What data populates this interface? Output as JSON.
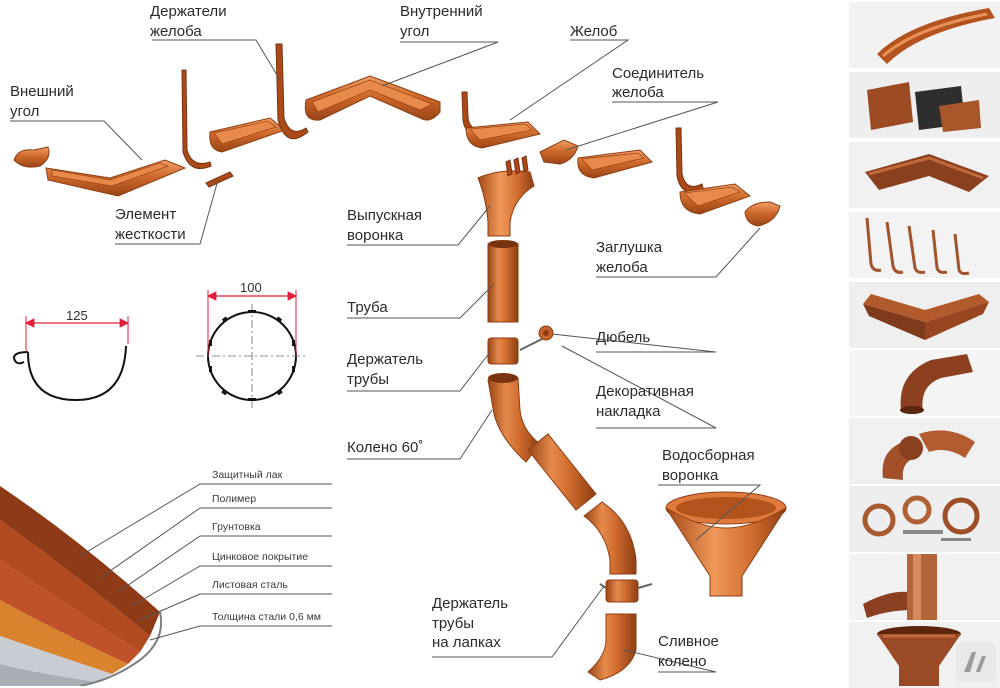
{
  "labels": {
    "outer_corner": [
      "Внешний",
      "угол"
    ],
    "gutter_holders": [
      "Держатели",
      "желоба"
    ],
    "inner_corner": [
      "Внутренний",
      "угол"
    ],
    "gutter": "Желоб",
    "gutter_connector": [
      "Соединитель",
      "желоба"
    ],
    "stiffener": [
      "Элемент",
      "жесткости"
    ],
    "outlet_funnel": [
      "Выпускная",
      "воронка"
    ],
    "end_cap": [
      "Заглушка",
      "желоба"
    ],
    "pipe": "Труба",
    "dowel": "Дюбель",
    "pipe_holder": [
      "Держатель",
      "трубы"
    ],
    "decor_cover": [
      "Декоративная",
      "накладка"
    ],
    "elbow": "Колено 60˚",
    "collector_funnel": [
      "Водосборная",
      "воронка"
    ],
    "pipe_holder_legs": [
      "Держатель",
      "трубы",
      "на лапках"
    ],
    "drain_elbow": [
      "Сливное",
      "колено"
    ]
  },
  "dimensions": {
    "gutter_width": "125",
    "pipe_diameter": "100"
  },
  "layers": [
    "Защитный лак",
    "Полимер",
    "Грунтовка",
    "Цинковое покрытие",
    "Листовая сталь",
    "Толщина стали 0,6 мм"
  ],
  "colors": {
    "copper": "#c8642a",
    "copper_dark": "#8e3e12",
    "copper_light": "#f0a068",
    "dimension_line": "#e0203a",
    "layer_lacquer": "#b24a1f",
    "layer_polymer": "#c0522a",
    "layer_primer": "#d9832f",
    "layer_zinc": "#c9ccd2",
    "layer_steel": "#a9adb5"
  },
  "gallery": [
    "gutter-photo-icon",
    "gutter-connector-photo-icon",
    "outer-corner-photo-icon",
    "gutter-holders-photo-icon",
    "inner-corner-photo-icon",
    "elbow-photo-icon",
    "double-elbow-photo-icon",
    "pipe-holders-photo-icon",
    "pipe-photo-icon",
    "funnel-photo-icon"
  ]
}
